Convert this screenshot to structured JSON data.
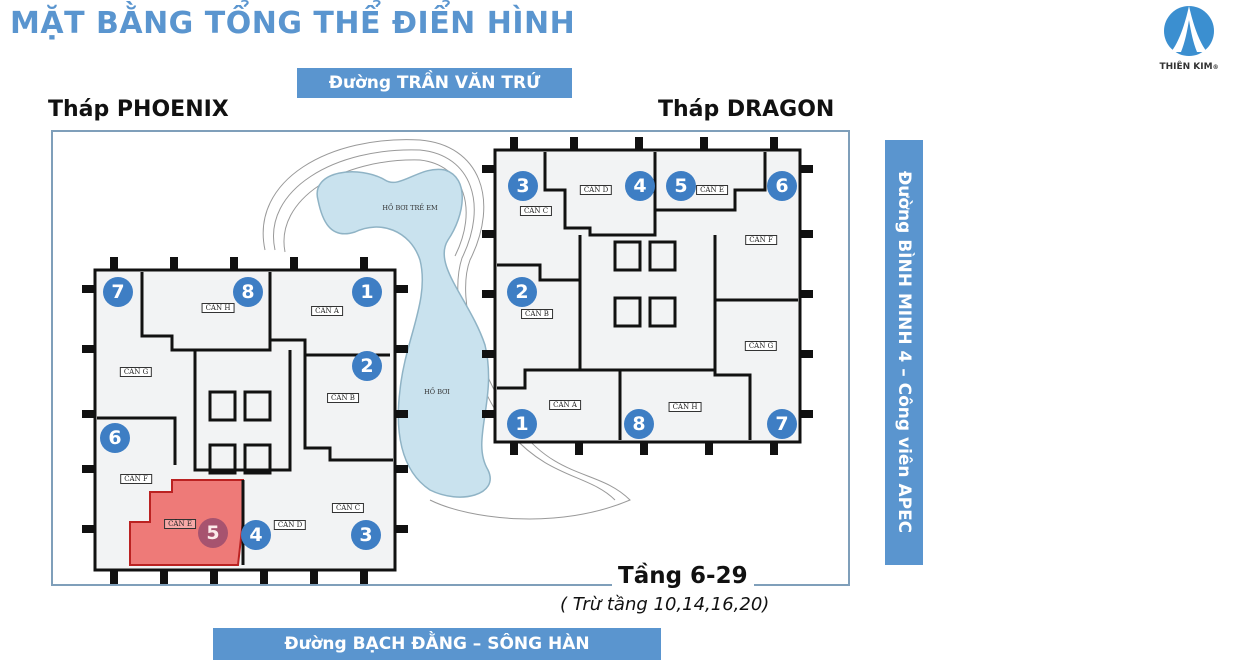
{
  "title": "MẶT BẰNG TỔNG THỂ ĐIỂN HÌNH",
  "logo": {
    "text": "THIÊN KIM",
    "mark": "®",
    "color": "#3b8fd0"
  },
  "roads": {
    "top": "Đường TRẦN VĂN TRỨ",
    "bottom": "Đường BẠCH ĐẰNG – SÔNG HÀN",
    "right": "Đường BÌNH MINH 4 – Công viên APEC"
  },
  "towers": {
    "phoenix": {
      "name": "Tháp PHOENIX",
      "units": [
        {
          "num": "7",
          "label": "CĂN G"
        },
        {
          "num": "8",
          "label": "CĂN H"
        },
        {
          "num": "1",
          "label": "CĂN A"
        },
        {
          "num": "2",
          "label": "CĂN B"
        },
        {
          "num": "6",
          "label": "CĂN F"
        },
        {
          "num": "5",
          "label": "CĂN E",
          "highlighted": true
        },
        {
          "num": "4",
          "label": "CĂN D"
        },
        {
          "num": "3",
          "label": "CĂN C"
        }
      ]
    },
    "dragon": {
      "name": "Tháp DRAGON",
      "units": [
        {
          "num": "3",
          "label": "CĂN C"
        },
        {
          "num": "4",
          "label": "CĂN D"
        },
        {
          "num": "5",
          "label": "CĂN E"
        },
        {
          "num": "6",
          "label": "CĂN F"
        },
        {
          "num": "2",
          "label": "CĂN B"
        },
        {
          "num": "7",
          "label": "CĂN G"
        },
        {
          "num": "1",
          "label": "CĂN A"
        },
        {
          "num": "8",
          "label": "CĂN H"
        }
      ]
    }
  },
  "pools": {
    "kids": "HỒ BƠI TRẺ EM",
    "main": "HỒ BƠI"
  },
  "floor": {
    "range": "Tầng 6-29",
    "exception": "( Trừ tầng 10,14,16,20)"
  },
  "colors": {
    "accent": "#5a95cf",
    "badge": "#3e7ec4",
    "highlight": "#ee7a78",
    "pool": "#c9e2ee"
  }
}
